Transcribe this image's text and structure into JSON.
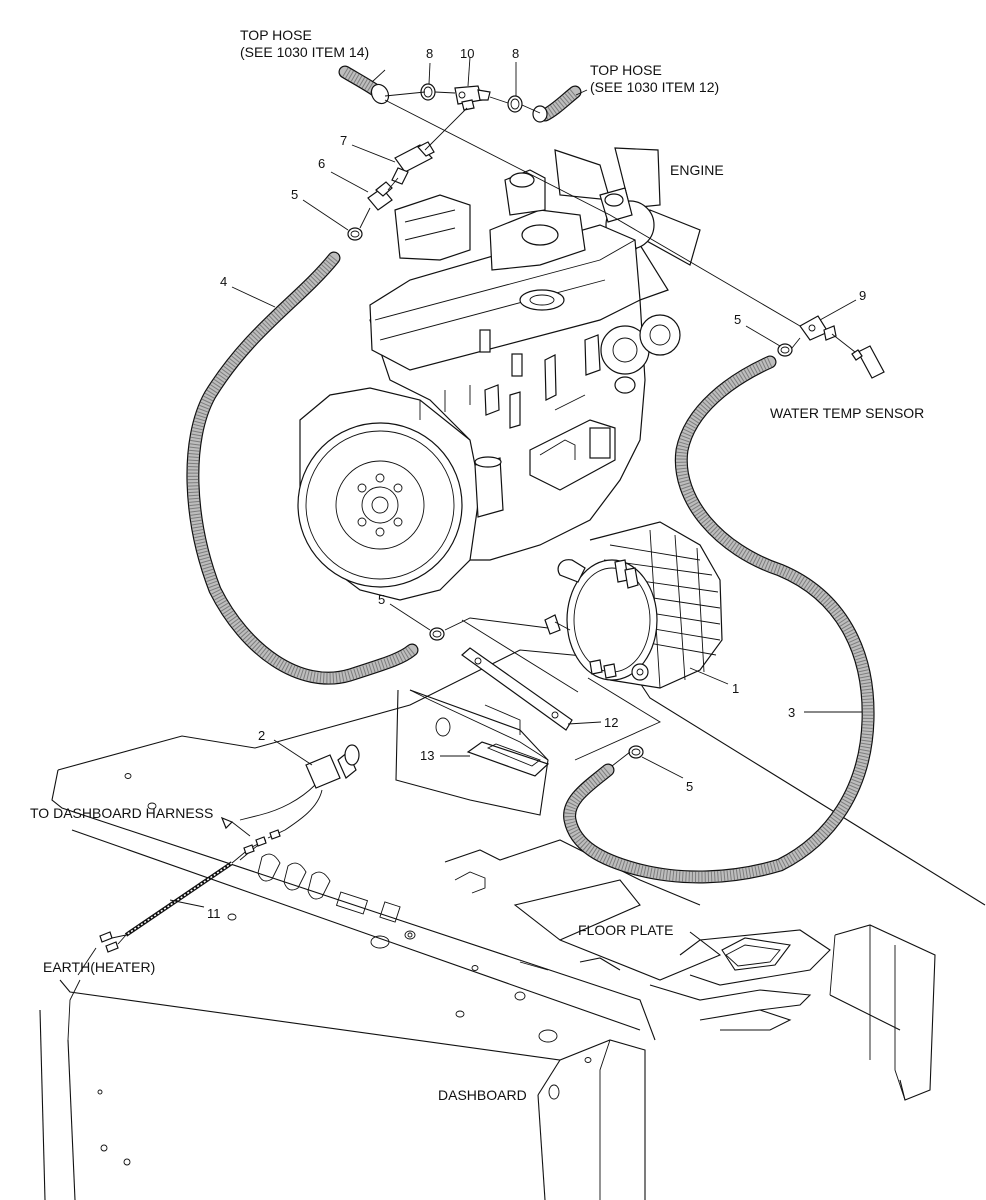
{
  "labels": {
    "top_hose_left_line1": "TOP HOSE",
    "top_hose_left_line2": "(SEE 1030 ITEM 14)",
    "top_hose_right_line1": "TOP HOSE",
    "top_hose_right_line2": "(SEE 1030 ITEM 12)",
    "engine": "ENGINE",
    "water_temp_sensor": "WATER  TEMP  SENSOR",
    "to_dashboard_harness": "TO DASHBOARD HARNESS",
    "earth_heater": "EARTH(HEATER)",
    "floor_plate": "FLOOR PLATE",
    "dashboard": "DASHBOARD"
  },
  "item_numbers": {
    "clip_top_left": "8",
    "tee_top": "10",
    "clip_top_right": "8",
    "valve": "7",
    "adapter": "6",
    "clip_upper_left": "5",
    "hose_left": "4",
    "tee_sensor": "9",
    "clip_sensor": "5",
    "clip_mid_left": "5",
    "heater": "1",
    "hose_right": "3",
    "bracket": "12",
    "clip_lower_right": "5",
    "switch": "2",
    "pad": "13",
    "harness": "11"
  }
}
